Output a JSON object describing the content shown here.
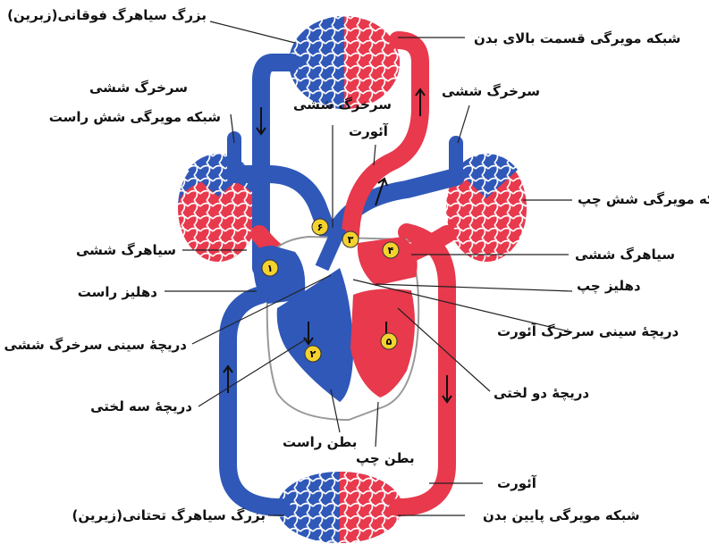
{
  "colors": {
    "vein": "#2f58b8",
    "artery": "#e8394d",
    "marker": "#f3d22f",
    "leader": "#222222"
  },
  "labels": {
    "svc": "بزرگ سیاهرگ فوقانی(زبرین)",
    "upper_capillary": "شبکه مویرگی قسمت بالای بدن",
    "pulm_artery_left_fig": "سرخرگ ششی",
    "right_lung_capillary": "شبکه مویرگی شش راست",
    "pulm_artery_center": "سرخرگ ششی",
    "aorta_top": "آئورت",
    "pulm_artery_right_fig": "سرخرگ ششی",
    "left_lung_capillary": "شبکه مویرگی شش چپ",
    "pulm_vein_left_fig": "سیاهرگ ششی",
    "pulm_vein_right_fig": "سیاهرگ ششی",
    "right_atrium": "دهلیز راست",
    "left_atrium": "دهلیز چپ",
    "pulm_semilunar": "دریچهٔ سینی سرخرگ ششی",
    "aortic_semilunar": "دریچهٔ سینی سرخرگ آئورت",
    "tricuspid": "دریچهٔ سه لختی",
    "bicuspid": "دریچهٔ دو لختی",
    "right_ventricle": "بطن راست",
    "left_ventricle": "بطن چپ",
    "aorta_bottom": "آئورت",
    "ivc": "بزرگ سیاهرگ تحتانی(زیرین)",
    "lower_capillary": "شبکه مویرگی پایین بدن"
  },
  "markers": [
    "۱",
    "۲",
    "۳",
    "۴",
    "۵",
    "۶"
  ]
}
